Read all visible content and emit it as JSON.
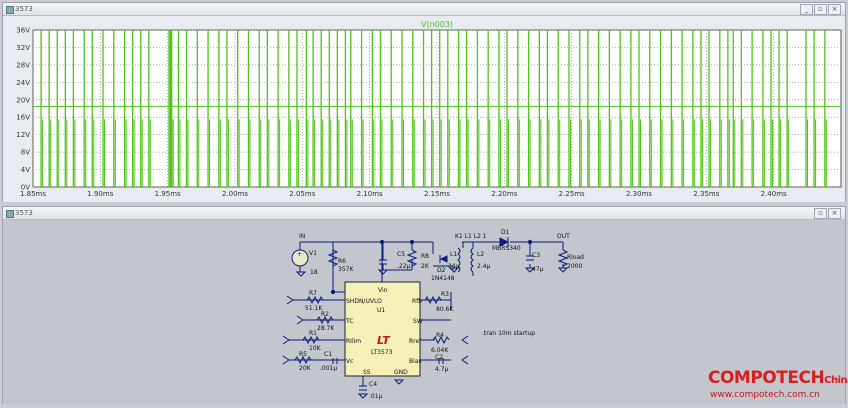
{
  "plot_window": {
    "title": "3573",
    "buttons": {
      "minimize": "_",
      "restore": "▫",
      "close": "×"
    }
  },
  "schematic_window": {
    "title": "3573",
    "buttons": {
      "restore": "▫",
      "close": "×"
    }
  },
  "chart_data": {
    "type": "line",
    "title": "V(n003)",
    "xlabel": "",
    "ylabel": "",
    "xlim": [
      1.85,
      2.45
    ],
    "ylim": [
      0,
      36
    ],
    "x_unit": "ms",
    "y_unit": "V",
    "x_ticks": [
      "1.85ms",
      "1.90ms",
      "1.95ms",
      "2.00ms",
      "2.05ms",
      "2.10ms",
      "2.15ms",
      "2.20ms",
      "2.25ms",
      "2.30ms",
      "2.35ms",
      "2.40ms"
    ],
    "y_ticks": [
      "0V",
      "4V",
      "8V",
      "12V",
      "16V",
      "20V",
      "24V",
      "28V",
      "32V",
      "36V"
    ],
    "grid": true,
    "series": [
      {
        "color": "#4fc21a",
        "baseline": 18.5,
        "ring_level": 15.5,
        "pulse_low": 0,
        "pulse_high": 36,
        "pulse_times_ms": [
          1.856,
          1.862,
          1.868,
          1.874,
          1.88,
          1.888,
          1.894,
          1.902,
          1.91,
          1.918,
          1.924,
          1.93,
          1.936,
          1.951,
          1.952,
          1.953,
          1.958,
          1.964,
          1.972,
          1.98,
          1.988,
          1.994,
          2.002,
          2.01,
          2.018,
          2.024,
          2.032,
          2.04,
          2.046,
          2.053,
          2.058,
          2.064,
          2.07,
          2.076,
          2.082,
          2.086,
          2.094,
          2.102,
          2.108,
          2.116,
          2.124,
          2.132,
          2.14,
          2.146,
          2.152,
          2.158,
          2.166,
          2.172,
          2.18,
          2.188,
          2.196,
          2.202,
          2.21,
          2.218,
          2.226,
          2.232,
          2.24,
          2.248,
          2.256,
          2.262,
          2.27,
          2.278,
          2.286,
          2.294,
          2.3,
          2.308,
          2.316,
          2.324,
          2.332,
          2.34,
          2.346,
          2.352,
          2.36,
          2.366,
          2.37,
          2.376,
          2.384,
          2.392,
          2.398,
          2.404,
          2.41,
          2.424,
          2.43,
          2.438
        ]
      }
    ]
  },
  "schematic": {
    "directive": ".tran 10m startup",
    "ic": {
      "name": "U1",
      "part": "LT3573",
      "logo": "LT",
      "pins": {
        "vin": "Vin",
        "shdn": "SHDN/UVLO",
        "tc": "TC",
        "rilim": "RIlim",
        "vc": "Vc",
        "ss": "SS",
        "gnd": "GND",
        "rfb": "Rfb",
        "sw": "SW",
        "rref": "Rref",
        "bias": "Bias"
      }
    },
    "components": {
      "v1": {
        "ref": "V1",
        "value": "18",
        "net": "IN"
      },
      "r6": {
        "ref": "R6",
        "value": "357K"
      },
      "r7": {
        "ref": "R7",
        "value": "51.1K"
      },
      "r2": {
        "ref": "R2",
        "value": "28.7K"
      },
      "r1": {
        "ref": "R1",
        "value": "10K"
      },
      "r5": {
        "ref": "R5",
        "value": "20K"
      },
      "c1": {
        "ref": "C1",
        "value": ".001µ"
      },
      "c4": {
        "ref": "C4",
        "value": ".01µ"
      },
      "c5": {
        "ref": "C5",
        "value": ".22µ"
      },
      "r8": {
        "ref": "R8",
        "value": "2K"
      },
      "k1": {
        "ref": "K1 L1 L2 1"
      },
      "l1": {
        "ref": "L1",
        "value": "24µ"
      },
      "l2": {
        "ref": "L2",
        "value": "2.4µ"
      },
      "d2": {
        "ref": "D2",
        "value": "1N4148"
      },
      "d1": {
        "ref": "D1",
        "value": "MBRS340"
      },
      "c3": {
        "ref": "C3",
        "value": "47µ"
      },
      "rload": {
        "ref": "Rload",
        "value": "2000",
        "net": "OUT"
      },
      "r3": {
        "ref": "R3",
        "value": "80.6K"
      },
      "r4": {
        "ref": "R4",
        "value": "6.04K"
      },
      "c2": {
        "ref": "C2",
        "value": "4.7µ"
      }
    }
  },
  "watermark": {
    "brand": "COMPOTECH",
    "brand_suffix": "China",
    "url": "www.compotech.com.cn"
  }
}
